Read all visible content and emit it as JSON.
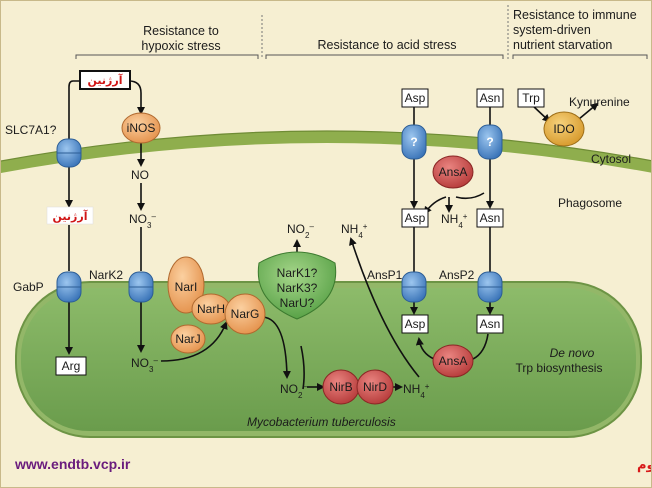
{
  "headers": {
    "hypoxic": [
      "Resistance to",
      "hypoxic stress"
    ],
    "acid": "Resistance to acid stress",
    "immune": [
      "Resistance to immune",
      "system-driven",
      "nutrient starvation"
    ]
  },
  "compartments": {
    "cytosol": "Cytosol",
    "phagosome": "Phagosome",
    "organism": "Mycobacterium tuberculosis",
    "denovo": [
      "De novo",
      "Trp biosynthesis"
    ]
  },
  "proteins": {
    "slc7a1": "SLC7A1?",
    "inos": "iNOS",
    "gabp": "GabP",
    "nark2": "NarK2",
    "nari": "NarI",
    "narh": "NarH",
    "narj": "NarJ",
    "narg": "NarG",
    "nark_group": [
      "NarK1?",
      "NarK3?",
      "NarU?"
    ],
    "nirb": "NirB",
    "nird": "NirD",
    "ansa_top": "AnsA",
    "ansa_bottom": "AnsA",
    "ansp1": "AnsP1",
    "ansp2": "AnsP2",
    "ido": "IDO",
    "q1": "?",
    "q2": "?"
  },
  "metabolites": {
    "arginine_top": "آرژنین",
    "arginine_mid": "آرژنین",
    "no": "NO",
    "no3_mid": "NO",
    "no3_bottom": "NO",
    "no2_top": "NO",
    "no2_bottom": "NO",
    "nh4_top": "NH",
    "nh4_mid": "NH",
    "nh4_bottom": "NH",
    "arg": "Arg",
    "asp_top": "Asp",
    "asn_top": "Asn",
    "asp_mid": "Asp",
    "asn_mid": "Asn",
    "asp_bottom": "Asp",
    "asn_bottom": "Asn",
    "trp": "Trp",
    "kynurenine": "Kynurenine"
  },
  "footer": {
    "url": "www.endtb.vcp.ir",
    "caption": "نقش آرژنین درکمک به داروهای ضدسل در کشتن  مایکوباکتریوم"
  },
  "colors": {
    "background": "#f6efd2",
    "cytosol_band": "#8fae4d",
    "bacterium_fill": "#7eae5e",
    "transporter": "#4a86c6",
    "enzyme_orange": "#f2ab6b",
    "enzyme_red": "#cc4a48",
    "nark_green": "#5faa49",
    "ido": "#e2a93a",
    "footer_red": "#d81919",
    "footer_purple": "#6a1c7d"
  }
}
